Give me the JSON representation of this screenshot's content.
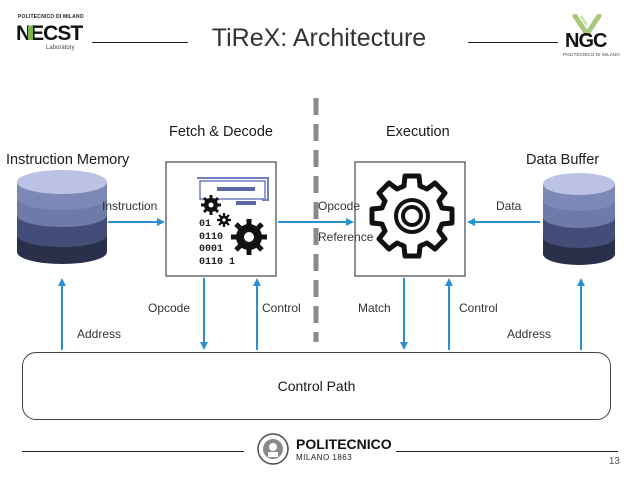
{
  "title": "TiReX: Architecture",
  "logos": {
    "left_top": "POLITECNICO DI MILANO",
    "left_main": "NECST",
    "left_sub": "Laboratory",
    "right_main": "NGC",
    "right_sub": "POLITECNICO DI MILANO",
    "bottom_main": "POLITECNICO",
    "bottom_sub": "MILANO 1863"
  },
  "sections": {
    "fetch_decode": "Fetch & Decode",
    "execution": "Execution"
  },
  "memories": {
    "instruction": "Instruction Memory",
    "data": "Data Buffer"
  },
  "arrows": {
    "instruction": "Instruction",
    "opcode_ref_1": "Opcode",
    "opcode_ref_2": "Reference",
    "data": "Data",
    "opcode_down": "Opcode",
    "control_up_left": "Control",
    "match": "Match",
    "control_down_right": "Control",
    "address_left": "Address",
    "address_right": "Address"
  },
  "binary_lines": [
    "01",
    "0110",
    "0001",
    "0110 1"
  ],
  "control_path": "Control Path",
  "page_number": "13",
  "colors": {
    "arrow": "#2b8fd6",
    "db_top": "#bcc2e4",
    "db_mid1": "#6e7aa8",
    "db_mid2": "#434d78",
    "db_bottom": "#2a2f4a",
    "dashed": "#8a8a8a",
    "doc_bar": "#5b6aa6"
  },
  "icons": [
    "database-icon",
    "document-icon",
    "gear-icon"
  ]
}
